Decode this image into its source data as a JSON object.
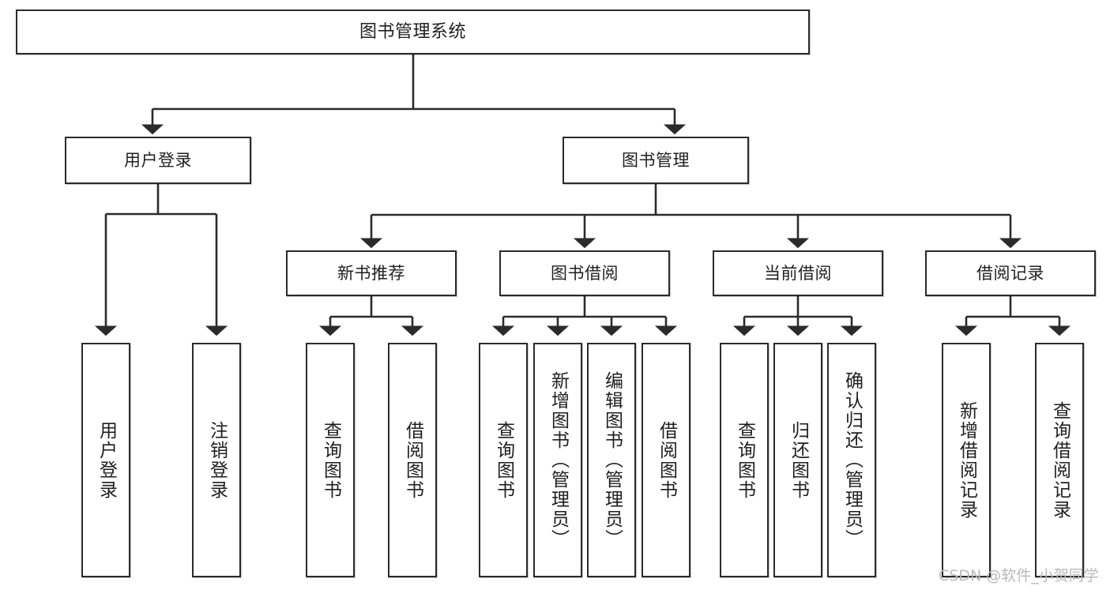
{
  "diagram": {
    "title": "图书管理系统",
    "type": "tree-hierarchy-diagram",
    "theme": {
      "background": "#ffffff",
      "node_border": "#2b2b2b",
      "node_fill": "#ffffff",
      "text": "#1f1f1f",
      "edge": "#2b2b2b",
      "watermark": "#b9b9b9"
    },
    "watermark": "CSDN @软件_小贺同学"
  },
  "nodes": {
    "root": {
      "label": "图书管理系统"
    },
    "level2": [
      {
        "id": "user-login",
        "label": "用户登录"
      },
      {
        "id": "book-management",
        "label": "图书管理"
      }
    ],
    "level3": [
      {
        "id": "new-book-recommend",
        "label": "新书推荐"
      },
      {
        "id": "book-borrow",
        "label": "图书借阅"
      },
      {
        "id": "current-borrow",
        "label": "当前借阅"
      },
      {
        "id": "borrow-record",
        "label": "借阅记录"
      }
    ],
    "leaves": {
      "user-login": [
        {
          "id": "leaf-user-login",
          "label": "用户登录"
        },
        {
          "id": "leaf-user-logout",
          "label": "注销登录"
        }
      ],
      "new-book-recommend": [
        {
          "id": "leaf-query-book-1",
          "label": "查询图书"
        },
        {
          "id": "leaf-borrow-book-1",
          "label": "借阅图书"
        }
      ],
      "book-borrow": [
        {
          "id": "leaf-query-book-2",
          "label": "查询图书"
        },
        {
          "id": "leaf-add-book",
          "label": "新增图书（管理员）"
        },
        {
          "id": "leaf-edit-book",
          "label": "编辑图书（管理员）"
        },
        {
          "id": "leaf-borrow-book-2",
          "label": "借阅图书"
        }
      ],
      "current-borrow": [
        {
          "id": "leaf-query-book-3",
          "label": "查询图书"
        },
        {
          "id": "leaf-return-book",
          "label": "归还图书"
        },
        {
          "id": "leaf-confirm-return",
          "label": "确认归还（管理员）"
        }
      ],
      "borrow-record": [
        {
          "id": "leaf-add-record",
          "label": "新增借阅记录"
        },
        {
          "id": "leaf-query-record",
          "label": "查询借阅记录"
        }
      ]
    }
  }
}
